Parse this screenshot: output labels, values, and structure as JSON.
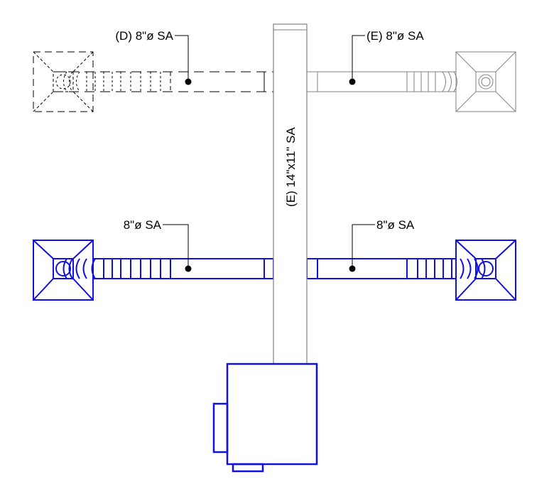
{
  "labels": {
    "demo_duct": "(D) 8\"ø SA",
    "existing_duct_right": "(E) 8\"ø SA",
    "main_trunk": "(E) 14\"x11\" SA",
    "new_duct_left": "8\"ø SA",
    "new_duct_right": "8\"ø SA"
  },
  "colors": {
    "new_work": "#1010e0",
    "existing": "#808080",
    "demolished": "#000000",
    "label_text": "#000000",
    "background": "#ffffff"
  }
}
